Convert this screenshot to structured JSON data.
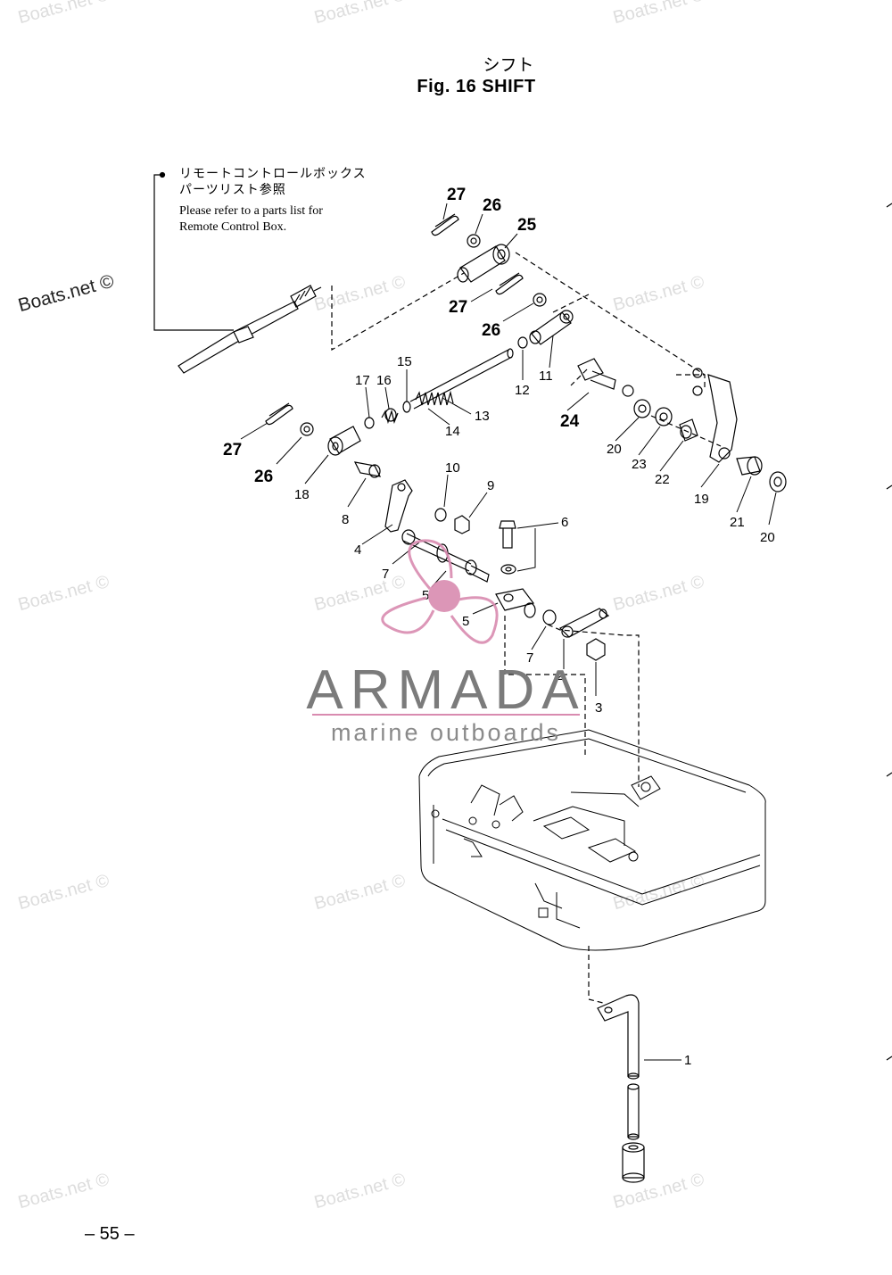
{
  "title": {
    "jp": "シフト",
    "en": "Fig. 16   SHIFT"
  },
  "note": {
    "jp_line1": "リモートコントロールボックス",
    "jp_line2": "パーツリスト参照",
    "en_line1": "Please refer to a parts list for",
    "en_line2": "Remote Control Box."
  },
  "watermark": "Boats.net ©",
  "brand": {
    "name": "ARMADA",
    "tagline": "marine outboards"
  },
  "page_number": "– 55 –",
  "callouts": {
    "c1": "1",
    "c2": "2",
    "c3": "3",
    "c4": "4",
    "c5a": "5",
    "c5b": "5",
    "c6": "6",
    "c7a": "7",
    "c7b": "7",
    "c8": "8",
    "c9": "9",
    "c10": "10",
    "c11": "11",
    "c12": "12",
    "c13": "13",
    "c14": "14",
    "c15": "15",
    "c16": "16",
    "c17": "17",
    "c18": "18",
    "c19": "19",
    "c20a": "20",
    "c20b": "20",
    "c21": "21",
    "c22": "22",
    "c23": "23",
    "c24": "24",
    "c25": "25",
    "c26a": "26",
    "c26b": "26",
    "c26c": "26",
    "c27a": "27",
    "c27b": "27",
    "c27c": "27"
  },
  "colors": {
    "brand_pink": "#d98bb0",
    "brand_gray": "#7b7b7b",
    "line": "#000000"
  }
}
